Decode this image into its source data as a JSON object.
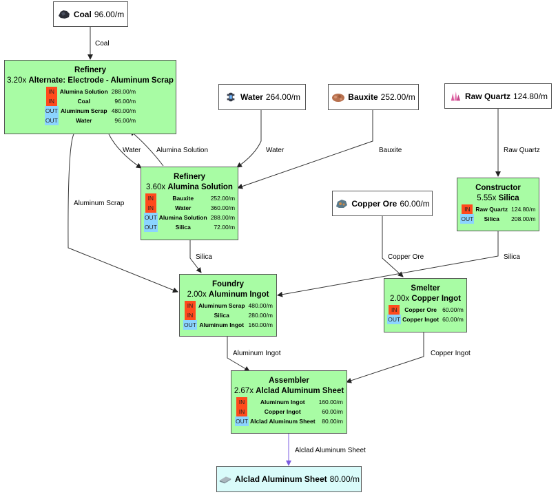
{
  "resources": {
    "coal": {
      "name": "Coal",
      "rate": "96.00/m",
      "icon": "coal-icon",
      "color": "#2a2d36"
    },
    "water": {
      "name": "Water",
      "rate": "264.00/m",
      "icon": "water-icon",
      "color": "#2e3440"
    },
    "bauxite": {
      "name": "Bauxite",
      "rate": "252.00/m",
      "icon": "bauxite-icon",
      "color": "#b8714f"
    },
    "raw_quartz": {
      "name": "Raw Quartz",
      "rate": "124.80/m",
      "icon": "raw-quartz-icon",
      "color": "#d8579a"
    },
    "copper_ore": {
      "name": "Copper Ore",
      "rate": "60.00/m",
      "icon": "copper-ore-icon",
      "color": "#5b7a8a"
    },
    "alclad": {
      "name": "Alclad Aluminum Sheet",
      "rate": "80.00/m",
      "icon": "alclad-sheet-icon",
      "color": "#8c9aa3"
    }
  },
  "machines": {
    "refinery1": {
      "title": "Refinery",
      "mult": "3.20x",
      "recipe": "Alternate: Electrode - Aluminum Scrap",
      "rows": [
        {
          "tag": "IN",
          "name": "Alumina Solution",
          "rate": "288.00/m"
        },
        {
          "tag": "IN",
          "name": "Coal",
          "rate": "96.00/m"
        },
        {
          "tag": "OUT",
          "name": "Aluminum Scrap",
          "rate": "480.00/m"
        },
        {
          "tag": "OUT",
          "name": "Water",
          "rate": "96.00/m"
        }
      ]
    },
    "refinery2": {
      "title": "Refinery",
      "mult": "3.60x",
      "recipe": "Alumina Solution",
      "rows": [
        {
          "tag": "IN",
          "name": "Bauxite",
          "rate": "252.00/m"
        },
        {
          "tag": "IN",
          "name": "Water",
          "rate": "360.00/m"
        },
        {
          "tag": "OUT",
          "name": "Alumina Solution",
          "rate": "288.00/m"
        },
        {
          "tag": "OUT",
          "name": "Silica",
          "rate": "72.00/m"
        }
      ]
    },
    "constructor": {
      "title": "Constructor",
      "mult": "5.55x",
      "recipe": "Silica",
      "rows": [
        {
          "tag": "IN",
          "name": "Raw Quartz",
          "rate": "124.80/m"
        },
        {
          "tag": "OUT",
          "name": "Silica",
          "rate": "208.00/m"
        }
      ]
    },
    "foundry": {
      "title": "Foundry",
      "mult": "2.00x",
      "recipe": "Aluminum Ingot",
      "rows": [
        {
          "tag": "IN",
          "name": "Aluminum Scrap",
          "rate": "480.00/m"
        },
        {
          "tag": "IN",
          "name": "Silica",
          "rate": "280.00/m"
        },
        {
          "tag": "OUT",
          "name": "Aluminum Ingot",
          "rate": "160.00/m"
        }
      ]
    },
    "smelter": {
      "title": "Smelter",
      "mult": "2.00x",
      "recipe": "Copper Ingot",
      "rows": [
        {
          "tag": "IN",
          "name": "Copper Ore",
          "rate": "60.00/m"
        },
        {
          "tag": "OUT",
          "name": "Copper Ingot",
          "rate": "60.00/m"
        }
      ]
    },
    "assembler": {
      "title": "Assembler",
      "mult": "2.67x",
      "recipe": "Alclad Aluminum Sheet",
      "rows": [
        {
          "tag": "IN",
          "name": "Aluminum Ingot",
          "rate": "160.00/m"
        },
        {
          "tag": "IN",
          "name": "Copper Ingot",
          "rate": "60.00/m"
        },
        {
          "tag": "OUT",
          "name": "Alclad Aluminum Sheet",
          "rate": "80.00/m"
        }
      ]
    }
  },
  "edges": {
    "coal": "Coal",
    "water_r1": "Water",
    "alumina": "Alumina Solution",
    "water_in": "Water",
    "bauxite": "Bauxite",
    "raw_quartz": "Raw Quartz",
    "scrap": "Aluminum Scrap",
    "silica_r2": "Silica",
    "copper_ore": "Copper Ore",
    "silica_c": "Silica",
    "ingot": "Aluminum Ingot",
    "copper_ingot": "Copper Ingot",
    "alclad": "Alclad Aluminum Sheet"
  },
  "colors": {
    "machine": "#a8fca4",
    "final": "#d9fbfa",
    "in_tag": "#ff4a1c",
    "out_tag": "#8bd4ff",
    "final_edge": "#7b5ce0"
  }
}
